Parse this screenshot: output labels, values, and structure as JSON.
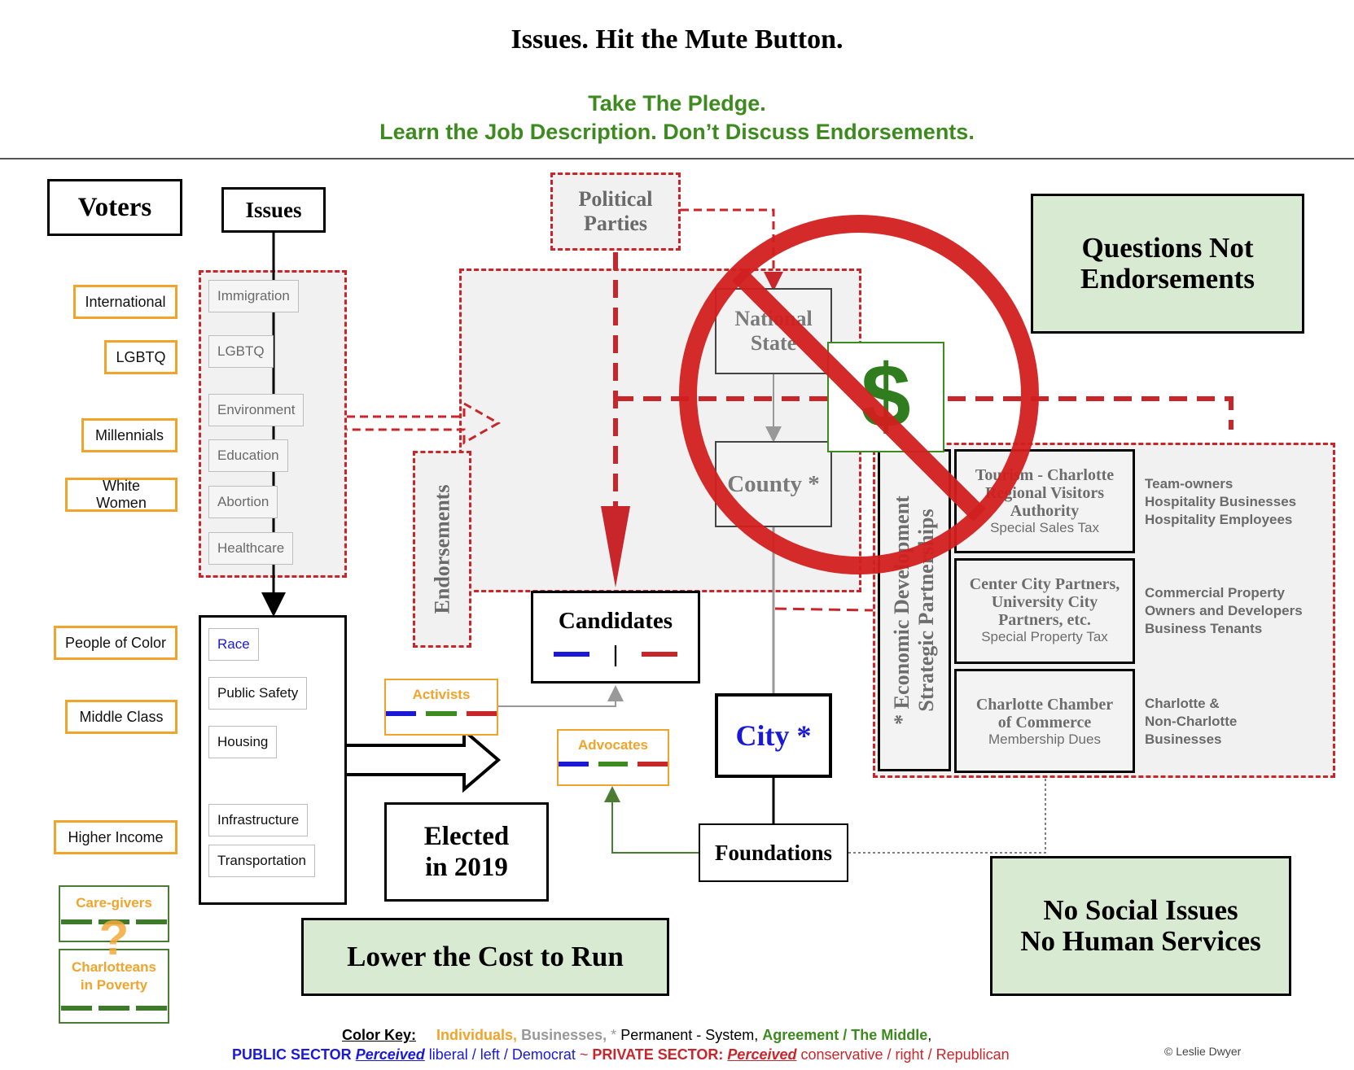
{
  "header": {
    "title": "Issues. Hit the Mute Button.",
    "pledge_line1": "Take The Pledge.",
    "pledge_line2": "Learn the Job Description. Don’t Discuss Endorsements."
  },
  "voters": {
    "title": "Voters",
    "groups": [
      "International",
      "LGBTQ",
      "Millennials",
      "White Women",
      "People of Color",
      "Middle Class",
      "Higher Income"
    ],
    "caregivers": "Care-givers",
    "poverty_line1": "Charlotteans",
    "poverty_line2": "in Poverty",
    "question_mark": "?"
  },
  "issues": {
    "title": "Issues",
    "social": [
      "Immigration",
      "LGBTQ",
      "Environment",
      "Education",
      "Abortion",
      "Healthcare"
    ],
    "job": [
      "Race",
      "Public Safety",
      "Housing",
      "Infrastructure",
      "Transportation"
    ]
  },
  "political_parties": {
    "line1": "Political",
    "line2": "Parties"
  },
  "endorsements": "Endorsements",
  "government": {
    "national_line1": "National",
    "national_line2": "State",
    "county": "County *",
    "city": "City *",
    "foundations": "Foundations"
  },
  "dollar_sign": "$",
  "candidates": {
    "title": "Candidates",
    "divider": "|"
  },
  "activists": "Activists",
  "advocates": "Advocates",
  "elected": {
    "line1": "Elected",
    "line2": "in 2019"
  },
  "questions_box": {
    "line1": "Questions Not",
    "line2": "Endorsements"
  },
  "lower_cost": "Lower the Cost to Run",
  "no_social": {
    "line1": "No Social Issues",
    "line2": "No Human Services"
  },
  "edp": {
    "vertical_line1": "* Economic Development",
    "vertical_line2": "Strategic Partnerships",
    "rows": [
      {
        "h1": "Tourism - Charlotte",
        "h2": "Regional Visitors",
        "h3": "Authority",
        "sub": "Special Sales Tax",
        "side": [
          "Team-owners",
          "Hospitality Businesses",
          "Hospitality Employees"
        ]
      },
      {
        "h1": "Center City Partners,",
        "h2": "University City",
        "h3": "Partners, etc.",
        "sub": "Special Property Tax",
        "side": [
          "Commercial Property",
          "Owners and Developers",
          "Business Tenants"
        ]
      },
      {
        "h1": "Charlotte Chamber",
        "h2": "of Commerce",
        "h3": "",
        "sub": "Membership Dues",
        "side": [
          "Charlotte &",
          "Non-Charlotte",
          "Businesses"
        ]
      }
    ]
  },
  "color_key": {
    "label": "Color Key:",
    "individuals": "Individuals,",
    "businesses": "Businesses,",
    "asterisk": "*",
    "permanent": "Permanent - System,",
    "agreement": "Agreement / The Middle",
    "comma": ",",
    "public_sector": "PUBLIC SECTOR",
    "perceived1": "Perceived",
    "liberal": "liberal / left / Democrat",
    "tilde": "~",
    "private_sector": "PRIVATE SECTOR:",
    "perceived2": "Perceived",
    "conservative": "conservative / right / Republican"
  },
  "credit": "© Leslie Dwyer",
  "colors": {
    "individuals": "#f1a42b",
    "businesses": "#999999",
    "agreement": "#3d8a1f",
    "public": "#1a1ad6",
    "private": "#c9262c",
    "agreement_fill": "#d9ead3"
  }
}
